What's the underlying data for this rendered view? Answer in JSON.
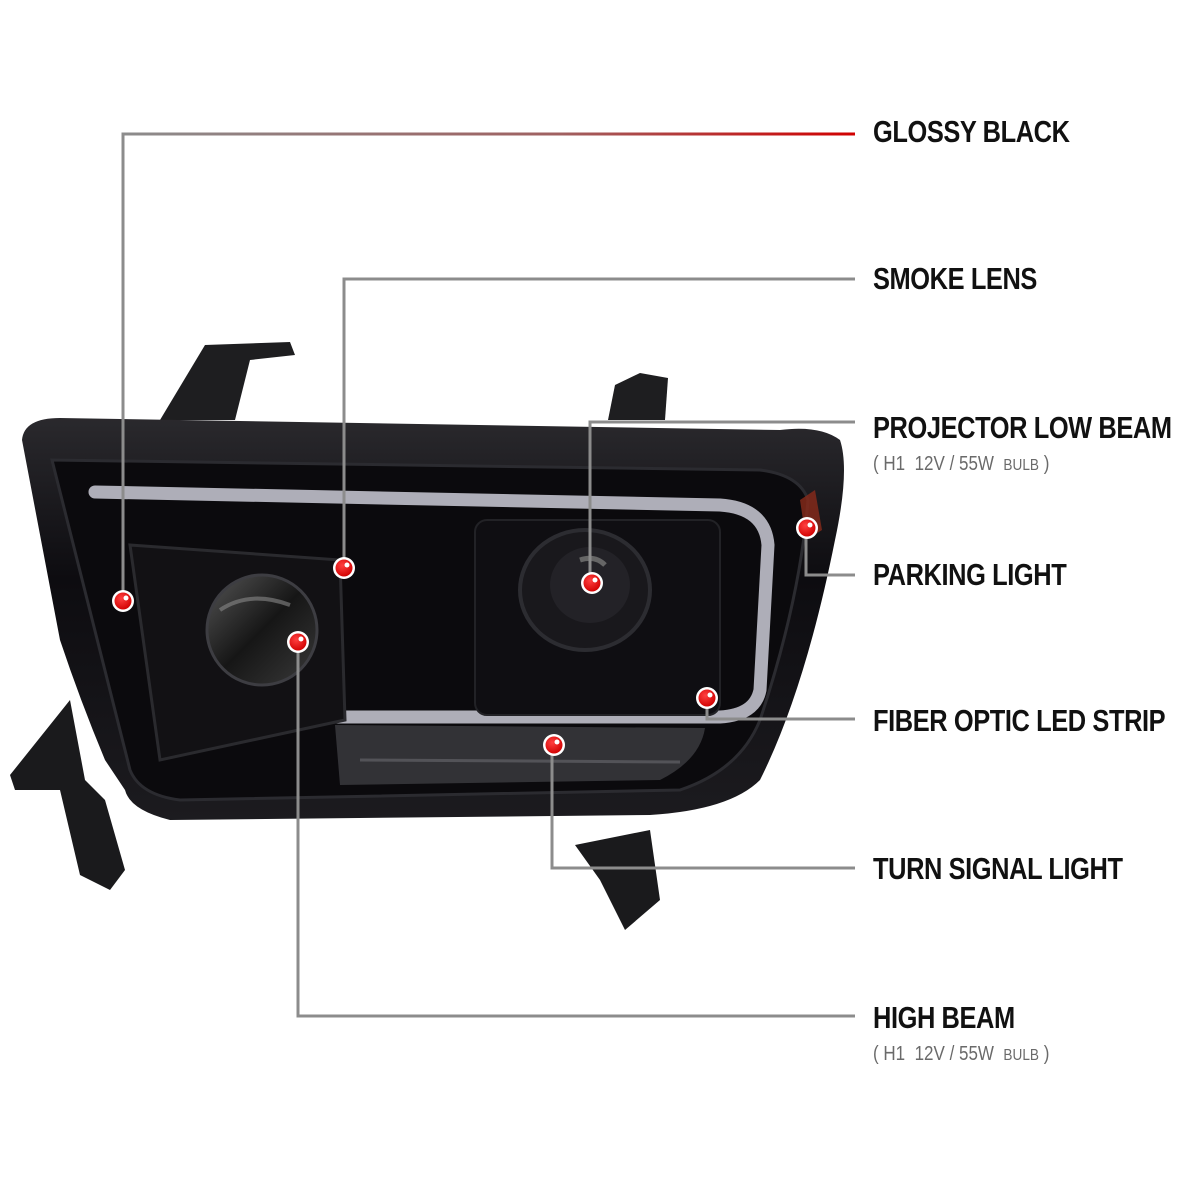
{
  "title": "Headlight feature callout diagram",
  "colors": {
    "leader_line_start": "#8a8a8a",
    "leader_line_end": "#d10000",
    "callout_dot": "#e00000",
    "housing": "#121114",
    "led_strip": "#b9b9c4"
  },
  "callouts": [
    {
      "label": "GLOSSY BLACK",
      "sublabel": null
    },
    {
      "label": "SMOKE LENS",
      "sublabel": null
    },
    {
      "label": "PROJECTOR LOW BEAM",
      "sublabel": {
        "open": "(",
        "bulb": "H1",
        "spec": "12V / 55W",
        "unit": "BULB",
        "close": ")"
      }
    },
    {
      "label": "PARKING LIGHT",
      "sublabel": null
    },
    {
      "label": "FIBER OPTIC LED STRIP",
      "sublabel": null
    },
    {
      "label": "TURN SIGNAL LIGHT",
      "sublabel": null
    },
    {
      "label": "HIGH BEAM",
      "sublabel": {
        "open": "(",
        "bulb": "H1",
        "spec": "12V / 55W",
        "unit": "BULB",
        "close": ")"
      }
    }
  ]
}
